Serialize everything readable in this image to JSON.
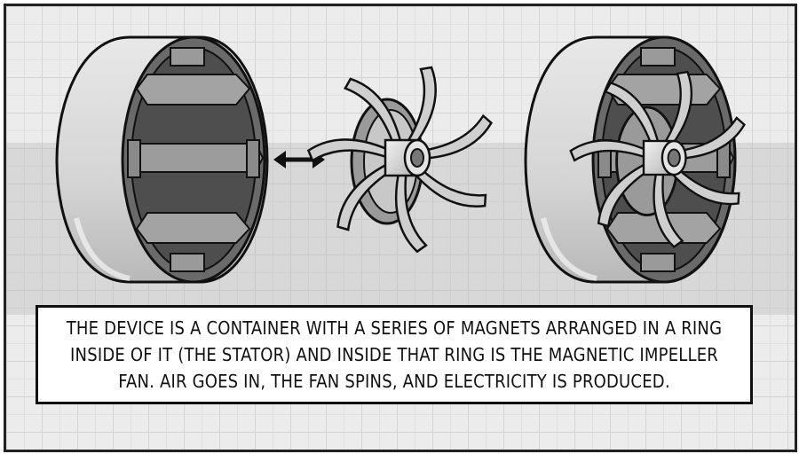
{
  "caption": {
    "text": "THE DEVICE IS A CONTAINER WITH A SERIES OF MAGNETS ARRANGED IN A RING INSIDE OF IT (THE STATOR) AND INSIDE THAT RING IS THE  MAGNETIC IMPELLER FAN. AIR GOES IN, THE FAN SPINS, AND ELECTRICITY IS PRODUCED."
  },
  "illustration": {
    "stator": "stator-ring-with-magnets",
    "arrow": "double-headed-arrow-icon",
    "impeller": "magnetic-impeller-fan",
    "assembled": "stator-with-impeller-inside"
  },
  "colors": {
    "background": "#ececec",
    "ink": "#111111",
    "shell": "#d6d6d6",
    "magnet": "#9a9a9a"
  }
}
